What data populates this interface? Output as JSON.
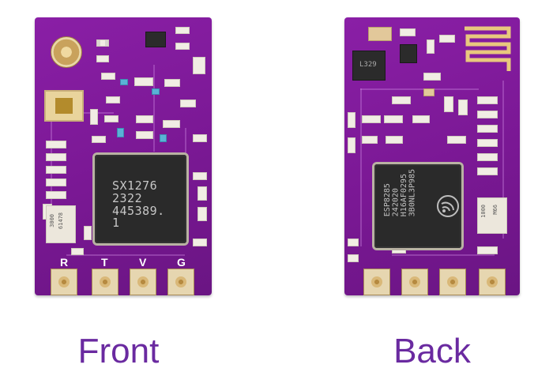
{
  "front": {
    "label": "Front",
    "chip_lines": [
      "SX1276",
      "2322",
      "445389.",
      "1"
    ],
    "pin_labels": [
      "R",
      "T",
      "V",
      "G"
    ],
    "side_component": [
      "3000",
      "61478"
    ]
  },
  "back": {
    "label": "Back",
    "chip_lines": [
      "ESP8285",
      "242020",
      "H16AF0295",
      "3B0NL3P985"
    ],
    "regulator_text": "L329",
    "side_component": [
      "1000",
      "M66"
    ]
  },
  "colors": {
    "pcb_purple": "#7a1894",
    "caption_purple": "#6a2aa0",
    "gold": "#d9b878"
  }
}
